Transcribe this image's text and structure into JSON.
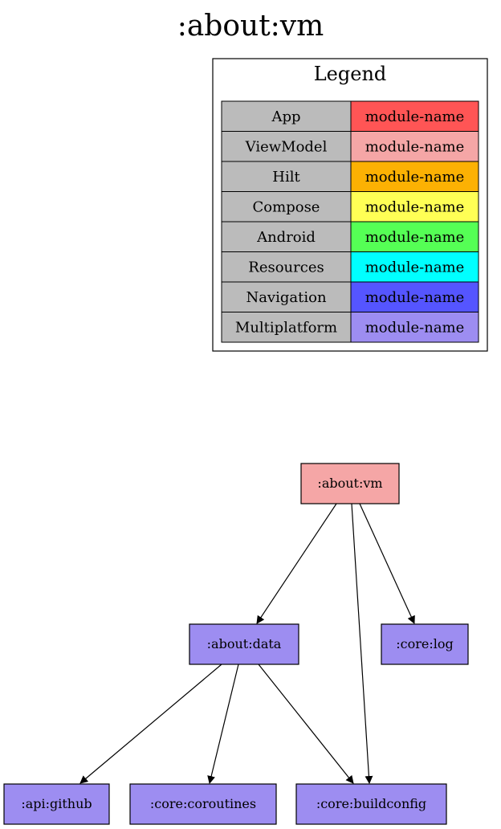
{
  "title": ":about:vm",
  "legend": {
    "title": "Legend",
    "items": [
      {
        "type": "App",
        "label": "module-name",
        "color": "#ff5555"
      },
      {
        "type": "ViewModel",
        "label": "module-name",
        "color": "#f5a6a6"
      },
      {
        "type": "Hilt",
        "label": "module-name",
        "color": "#fcb103"
      },
      {
        "type": "Compose",
        "label": "module-name",
        "color": "#ffff55"
      },
      {
        "type": "Android",
        "label": "module-name",
        "color": "#55ff55"
      },
      {
        "type": "Resources",
        "label": "module-name",
        "color": "#00ffff"
      },
      {
        "type": "Navigation",
        "label": "module-name",
        "color": "#5555ff"
      },
      {
        "type": "Multiplatform",
        "label": "module-name",
        "color": "#9d8df1"
      }
    ],
    "type_cell_color": "#bbbbbb"
  },
  "graph": {
    "nodes": [
      {
        "id": "about-vm",
        "label": ":about:vm",
        "color": "#f5a6a6"
      },
      {
        "id": "about-data",
        "label": ":about:data",
        "color": "#9d8df1"
      },
      {
        "id": "core-log",
        "label": ":core:log",
        "color": "#9d8df1"
      },
      {
        "id": "api-github",
        "label": ":api:github",
        "color": "#9d8df1"
      },
      {
        "id": "core-coroutines",
        "label": ":core:coroutines",
        "color": "#9d8df1"
      },
      {
        "id": "core-buildconfig",
        "label": ":core:buildconfig",
        "color": "#9d8df1"
      }
    ],
    "edges": [
      {
        "from": "about-vm",
        "to": "about-data"
      },
      {
        "from": "about-vm",
        "to": "core-buildconfig"
      },
      {
        "from": "about-vm",
        "to": "core-log"
      },
      {
        "from": "about-data",
        "to": "api-github"
      },
      {
        "from": "about-data",
        "to": "core-coroutines"
      },
      {
        "from": "about-data",
        "to": "core-buildconfig"
      }
    ]
  }
}
